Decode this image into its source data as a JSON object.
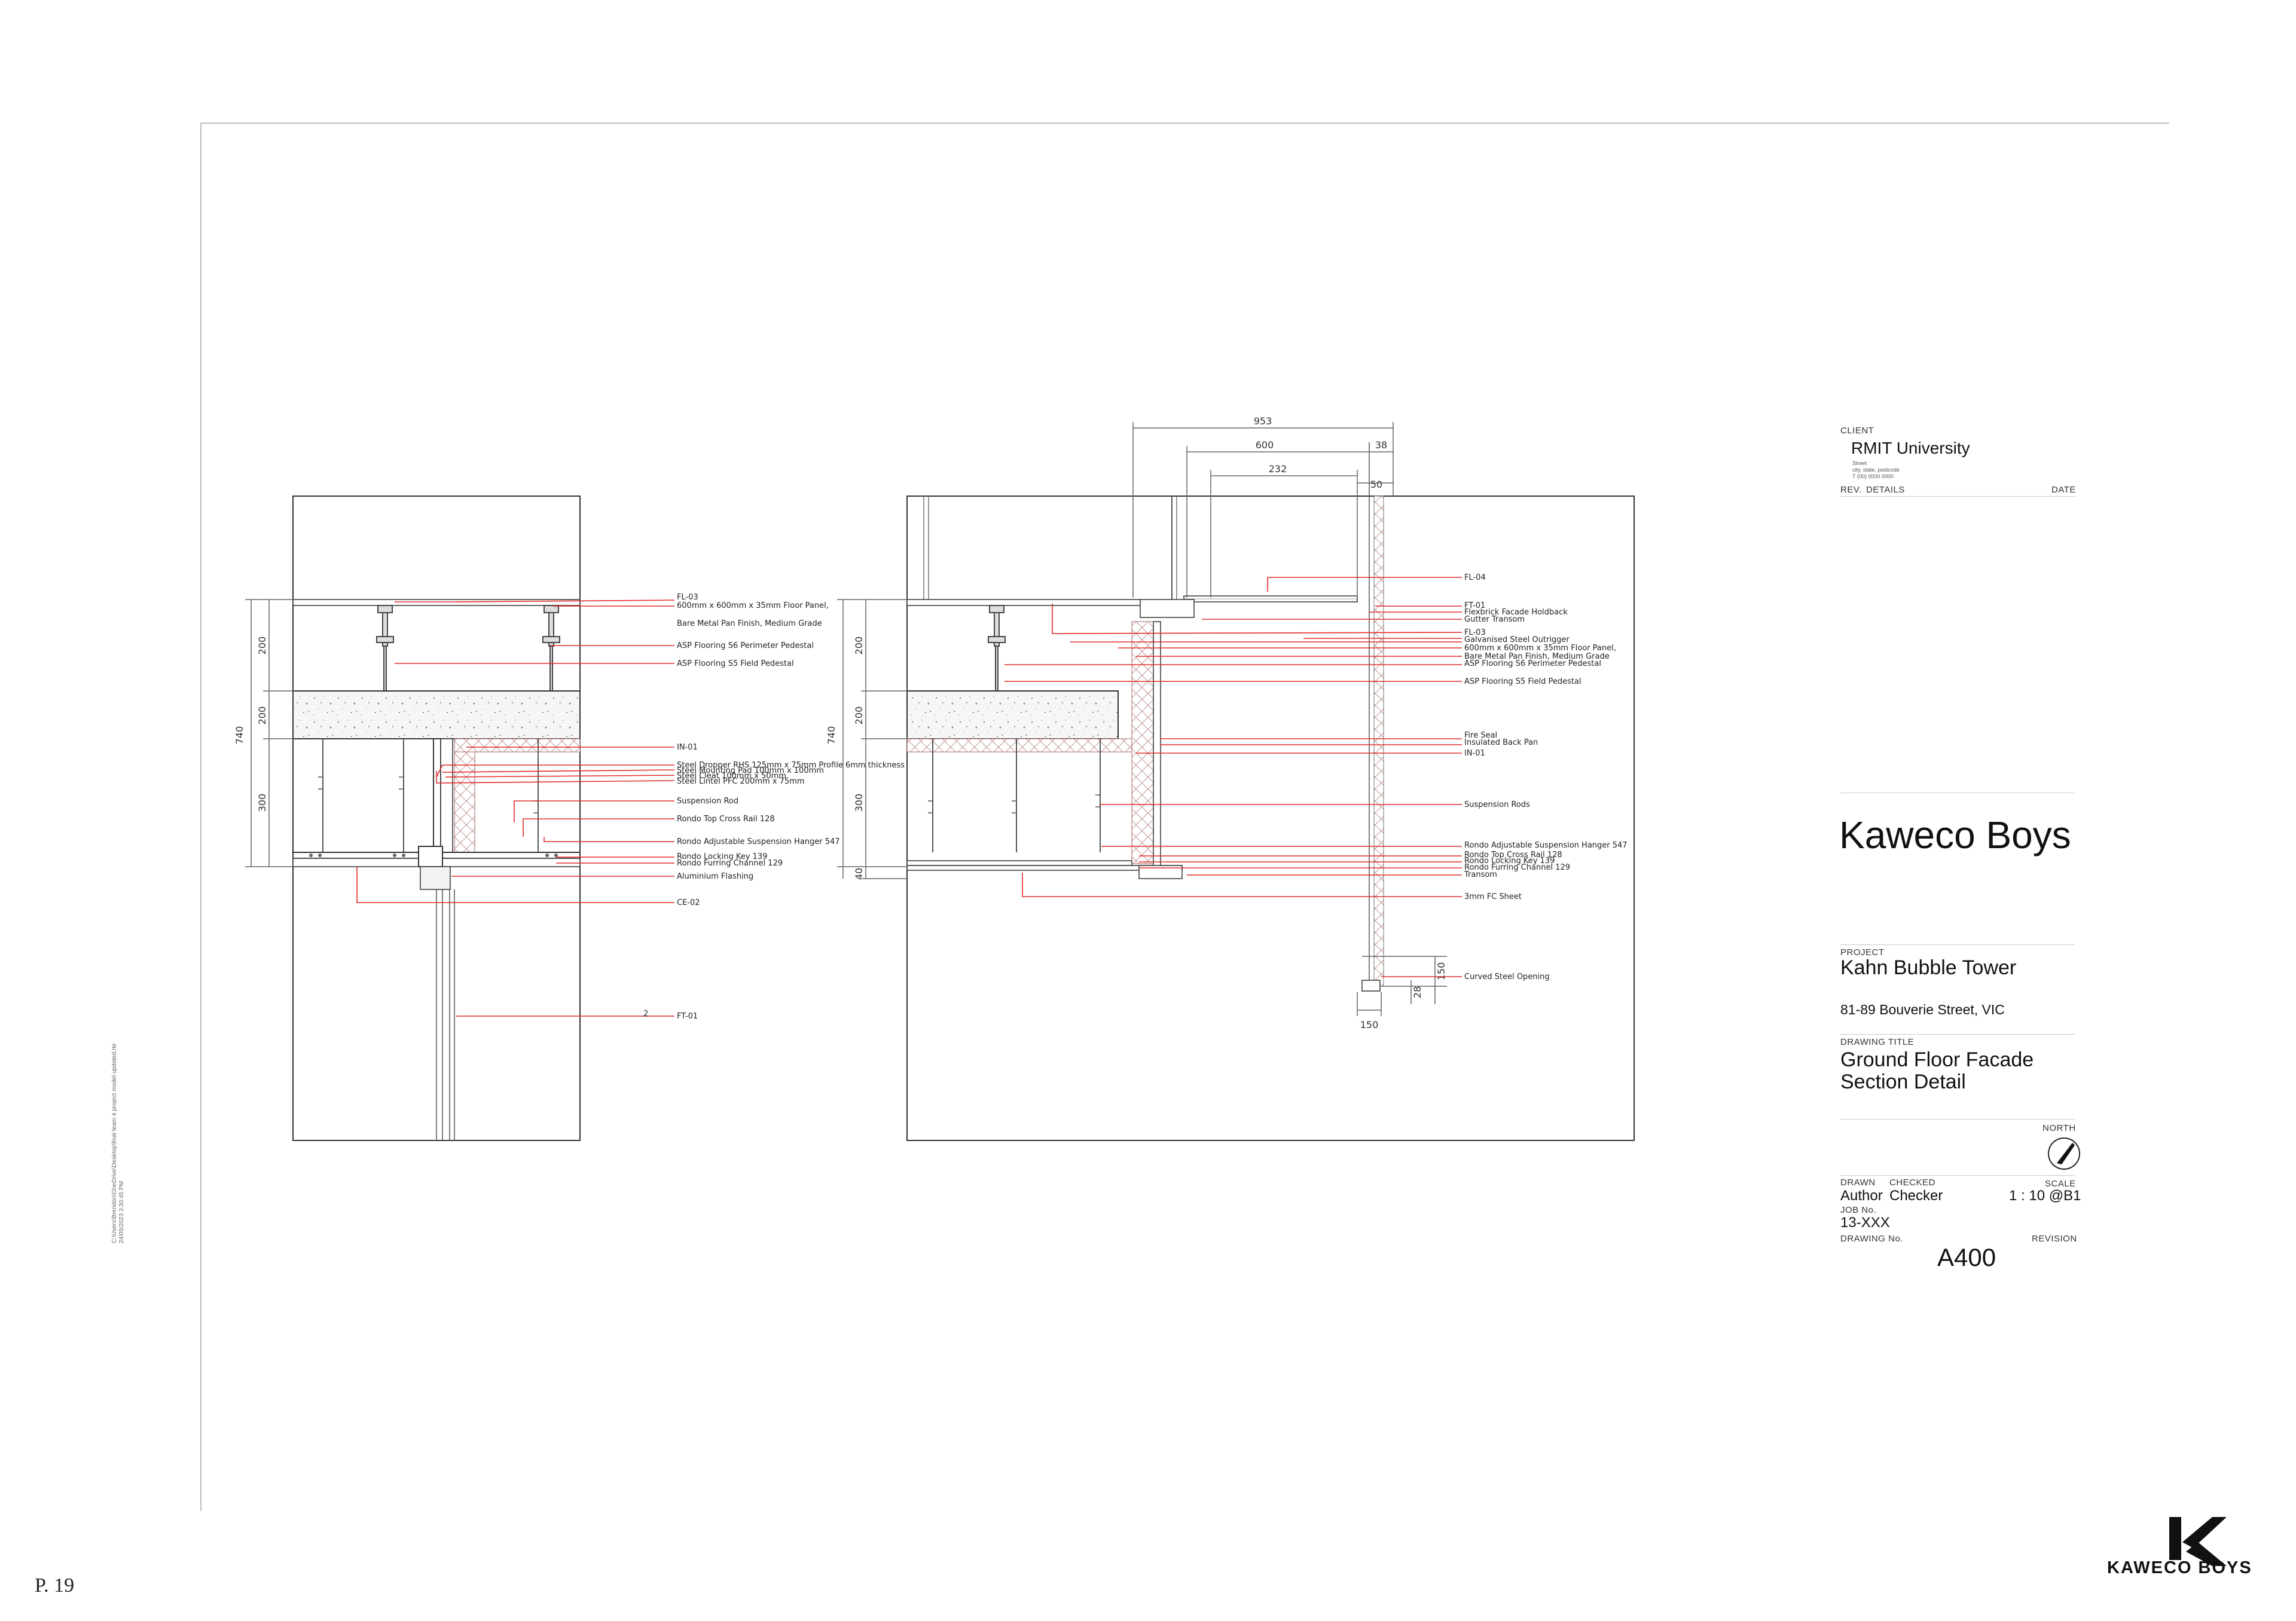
{
  "page_number": "P. 19",
  "file_path_note": [
    "C:\\Users\\Brendon\\OneDrive\\Desktop\\final team 4 project model updated.rte",
    "24/05/2023 3:30:45 PM"
  ],
  "left_section": {
    "dimensions": {
      "overall": "740",
      "d1": "200",
      "d2": "200",
      "d3": "300"
    },
    "callouts": [
      "FL-03",
      "600mm x 600mm x 35mm Floor Panel,",
      "Bare Metal Pan Finish, Medium Grade",
      "ASP Flooring S6 Perimeter Pedestal",
      "ASP Flooring S5 Field Pedestal",
      "IN-01",
      "Steel Dropper RHS 125mm x 75mm Profile 6mm thickness",
      "Steel Mounting Pad 100mm x 100mm",
      "Steel Cleat 100mm x 50mm",
      "Steel Lintel PFC 200mm x 75mm",
      "Suspension Rod",
      "Rondo Top Cross Rail 128",
      "Rondo Adjustable Suspension Hanger 547",
      "Rondo Locking Key 139",
      "Rondo Furring Channel 129",
      "Aluminium Flashing",
      "CE-02",
      "FT-01"
    ],
    "ft_tag_number": "2"
  },
  "right_section": {
    "dimensions": {
      "top_953": "953",
      "top_600": "600",
      "top_38": "38",
      "top_232": "232",
      "top_50": "50",
      "overall": "740",
      "d1": "200",
      "d2": "200",
      "d3": "300",
      "d4": "40",
      "opening_150v": "150",
      "opening_28": "28",
      "opening_150h": "150"
    },
    "callouts": [
      "FL-04",
      "FT-01",
      "Flexbrick Facade Holdback",
      "Gutter Transom",
      "FL-03",
      "Galvanised Steel Outrigger",
      "600mm x 600mm x 35mm Floor Panel,",
      "Bare Metal Pan Finish, Medium Grade",
      "ASP Flooring S6 Perimeter Pedestal",
      "ASP Flooring S5 Field Pedestal",
      "Fire Seal",
      "Insulated Back Pan",
      "IN-01",
      "Suspension Rods",
      "Rondo Adjustable Suspension Hanger 547",
      "Rondo Top Cross Rail 128",
      "Rondo Locking Key 139",
      "Rondo Furring Channel 129",
      "Transom",
      "3mm FC Sheet",
      "Curved Steel Opening"
    ]
  },
  "title_block": {
    "client_label": "CLIENT",
    "client_name": "RMIT University",
    "client_address": [
      "Street",
      "city, state, postcode",
      "T (00) 0000 0000"
    ],
    "rev_label": "REV.",
    "details_label": "DETAILS",
    "date_label": "DATE",
    "company": "Kaweco Boys",
    "project_label": "PROJECT",
    "project_name": "Kahn Bubble Tower",
    "project_address": "81-89 Bouverie Street, VIC",
    "drawing_title_label": "DRAWING TITLE",
    "drawing_title_line1": "Ground Floor Facade",
    "drawing_title_line2": "Section Detail",
    "north_label": "NORTH",
    "drawn_label": "DRAWN",
    "checked_label": "CHECKED",
    "scale_label": "SCALE",
    "drawn_value": "Author",
    "checked_value": "Checker",
    "scale_value": "1 : 10 @B1",
    "job_label": "JOB No.",
    "job_value": "13-XXX",
    "drawing_no_label": "DRAWING No.",
    "revision_label": "REVISION",
    "drawing_no_value": "A400"
  },
  "logo": {
    "text": "KAWECO BOYS",
    "icon": "kaweco-k-icon"
  },
  "colors": {
    "leader": "#e32b2b",
    "linework": "#333333",
    "border": "#bdbdbd"
  }
}
